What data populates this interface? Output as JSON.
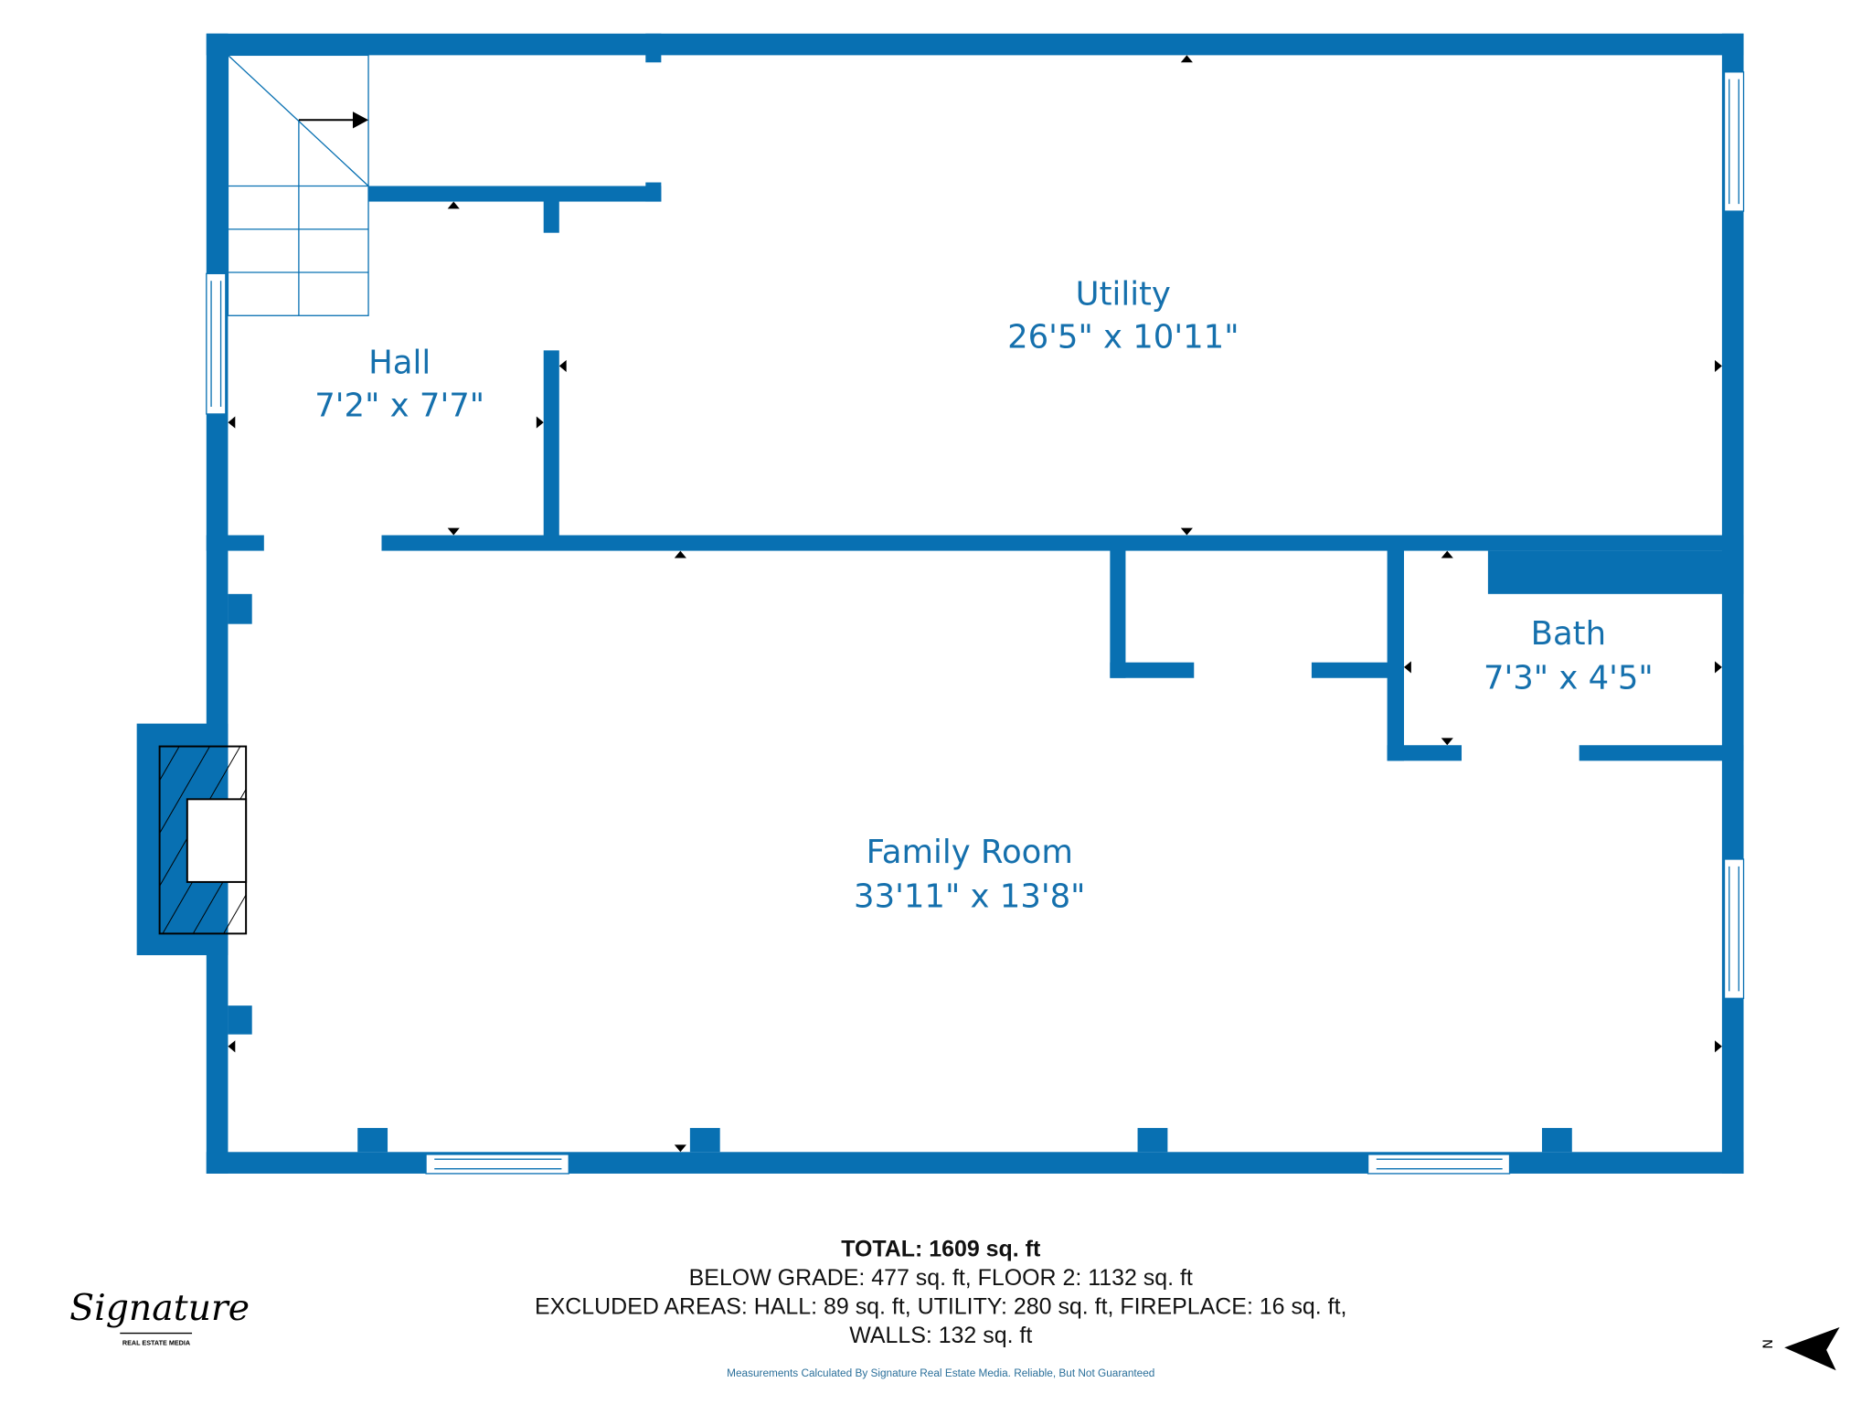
{
  "rooms": {
    "utility": {
      "name": "Utility",
      "dims": "26'5\" x 10'11\""
    },
    "hall": {
      "name": "Hall",
      "dims": "7'2\" x 7'7\""
    },
    "bath": {
      "name": "Bath",
      "dims": "7'3\" x 4'5\""
    },
    "family_room": {
      "name": "Family Room",
      "dims": "33'11\" x 13'8\""
    }
  },
  "summary": {
    "total": "TOTAL: 1609 sq. ft",
    "line1": "BELOW GRADE: 477 sq. ft, FLOOR 2: 1132 sq. ft",
    "line2": "EXCLUDED AREAS: HALL: 89 sq. ft, UTILITY: 280 sq. ft, FIREPLACE: 16 sq. ft,",
    "line3": "WALLS: 132 sq. ft",
    "footer": "Measurements Calculated By Signature Real Estate Media. Reliable, But Not Guaranteed"
  },
  "logo": {
    "script": "Signature",
    "sub": "REAL ESTATE MEDIA"
  },
  "compass": {
    "label": "N",
    "icon": "north-arrow-icon"
  },
  "colors": {
    "wall": "#0870b2",
    "label": "#1570ad"
  }
}
